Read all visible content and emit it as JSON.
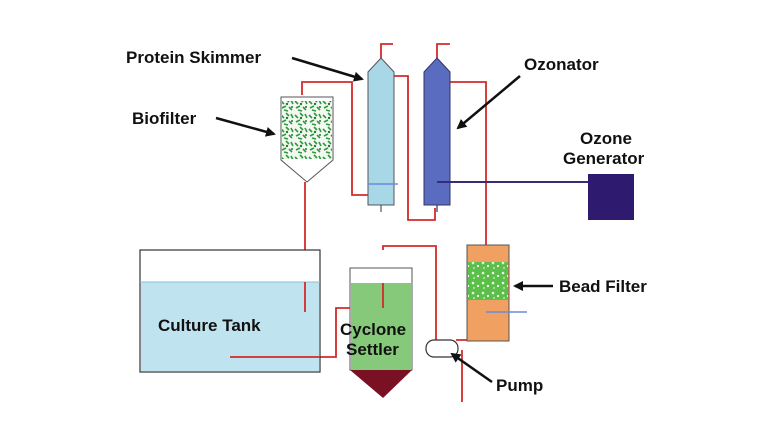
{
  "labels": {
    "protein_skimmer": "Protein Skimmer",
    "ozonator": "Ozonator",
    "biofilter": "Biofilter",
    "ozone_generator_line1": "Ozone",
    "ozone_generator_line2": "Generator",
    "bead_filter": "Bead Filter",
    "culture_tank": "Culture Tank",
    "cyclone_settler_line1": "Cyclone",
    "cyclone_settler_line2": "Settler",
    "pump": "Pump"
  },
  "colors": {
    "pipe": "#d42a2a",
    "water_tank": "#bfe3ef",
    "settler_fill": "#86c97a",
    "settler_sludge": "#7a1024",
    "skimmer": "#a8d8e8",
    "ozonator": "#5a6cc0",
    "ozone_generator": "#2e1a6e",
    "ozone_line": "#3a2a7a",
    "bead_filter": "#f0a060",
    "bead_media": "#3aa83a",
    "biofilter_media": "#2e9a3a"
  }
}
